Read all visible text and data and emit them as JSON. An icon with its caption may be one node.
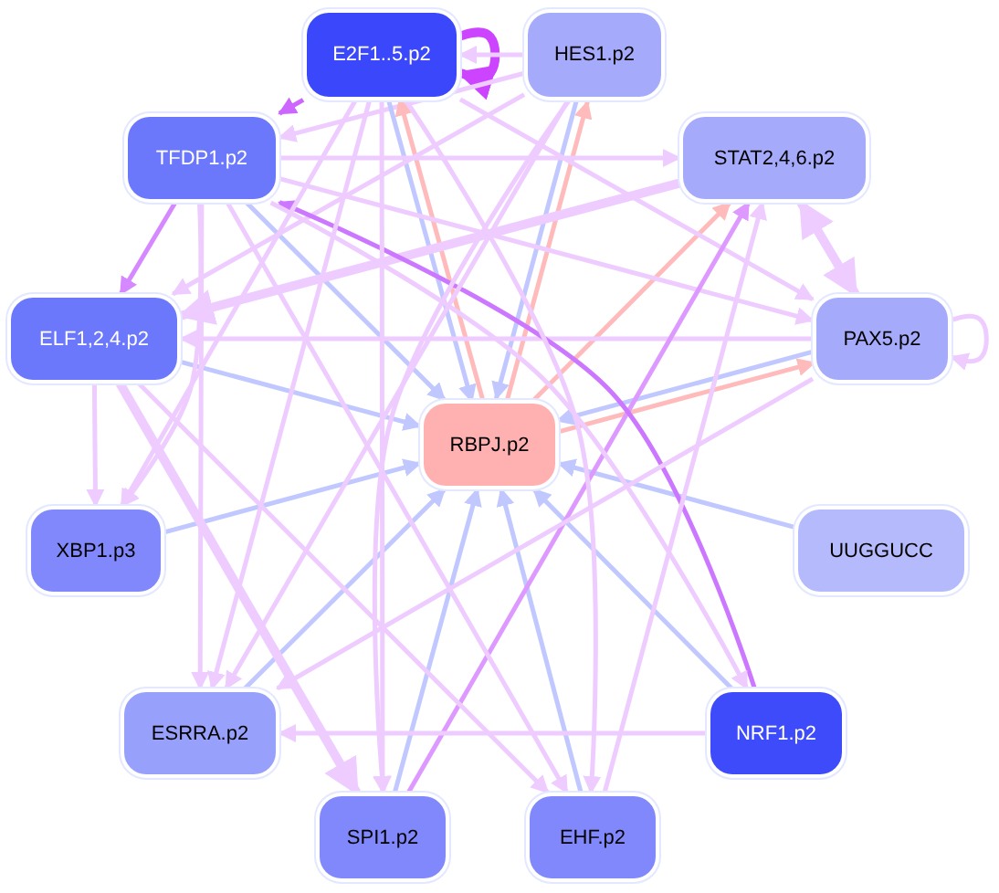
{
  "diagram": {
    "nodes": [
      {
        "text": [
          "E2F1..5.p2"
        ]
      },
      {
        "text": [
          "HES1.p2"
        ]
      },
      {
        "text": [
          "TFDP1.p2"
        ]
      },
      {
        "text": [
          "STAT2,4,6.p2"
        ]
      },
      {
        "text": [
          "ELF1,2,4.p2"
        ]
      },
      {
        "text": [
          "PAX5.p2"
        ]
      },
      {
        "text": [
          "RBPJ.p2"
        ]
      },
      {
        "text": [
          "XBP1.p3"
        ]
      },
      {
        "text": [
          "UUGGUCC"
        ]
      },
      {
        "text": [
          "ESRRA.p2"
        ]
      },
      {
        "text": [
          "NRF1.p2"
        ]
      },
      {
        "text": [
          "SPI1.p2"
        ]
      },
      {
        "text": [
          "EHF.p2"
        ]
      }
    ],
    "edges": [
      {
        "from": 0,
        "to": 0,
        "arrow": "to",
        "style": "thick",
        "color": "#cc44ff"
      },
      {
        "from": 5,
        "to": 5,
        "arrow": "to"
      },
      {
        "from": 0,
        "to": 2,
        "arrow": "to",
        "color": "#cc66ff"
      },
      {
        "from": 1,
        "to": 2,
        "arrow": "to"
      },
      {
        "from": 2,
        "to": 4,
        "arrow": "to",
        "color": "#d588ff"
      },
      {
        "from": 0,
        "to": 6,
        "arrow": "to",
        "color": "#c0c8ff"
      },
      {
        "from": 6,
        "to": 0,
        "arrow": "to",
        "color": "#ffbbbb"
      },
      {
        "from": 1,
        "to": 6,
        "arrow": "to",
        "color": "#c0c8ff"
      },
      {
        "from": 6,
        "to": 1,
        "arrow": "to",
        "color": "#ffbbbb"
      },
      {
        "from": 6,
        "to": 3,
        "arrow": "to",
        "color": "#ffbbbb"
      },
      {
        "from": 6,
        "to": 5,
        "arrow": "to",
        "color": "#ffbbbb"
      },
      {
        "from": 5,
        "to": 6,
        "arrow": "to",
        "color": "#c0c8ff"
      },
      {
        "from": 2,
        "to": 6,
        "arrow": "to",
        "color": "#c0c8ff"
      },
      {
        "from": 4,
        "to": 6,
        "arrow": "to",
        "color": "#c0c8ff"
      },
      {
        "from": 7,
        "to": 6,
        "arrow": "to",
        "color": "#c0c8ff"
      },
      {
        "from": 9,
        "to": 6,
        "arrow": "to",
        "color": "#c0c8ff"
      },
      {
        "from": 11,
        "to": 6,
        "arrow": "to",
        "color": "#c0c8ff"
      },
      {
        "from": 12,
        "to": 6,
        "arrow": "to",
        "color": "#c0c8ff"
      },
      {
        "from": 10,
        "to": 6,
        "arrow": "to",
        "color": "#c0c8ff"
      },
      {
        "from": 8,
        "to": 6,
        "arrow": "to",
        "color": "#c0c8ff"
      },
      {
        "from": 3,
        "to": 5,
        "arrow": "both",
        "style": "thick"
      },
      {
        "from": 2,
        "to": 3,
        "arrow": "to"
      },
      {
        "from": 3,
        "to": 4,
        "arrow": "to",
        "style": "thick"
      },
      {
        "from": 5,
        "to": 4,
        "arrow": "to"
      },
      {
        "from": 1,
        "to": 4,
        "arrow": "to"
      },
      {
        "from": 2,
        "to": 5,
        "arrow": "to"
      },
      {
        "from": 0,
        "to": 5,
        "arrow": "to"
      },
      {
        "from": 11,
        "to": 3,
        "arrow": "to",
        "color": "#dd99ff"
      },
      {
        "from": 10,
        "to": 2,
        "arrow": "to",
        "color": "#cc77ff"
      },
      {
        "from": 12,
        "to": 3,
        "arrow": "to"
      },
      {
        "from": 10,
        "to": 9,
        "arrow": "to"
      },
      {
        "from": 4,
        "to": 7,
        "arrow": "to"
      },
      {
        "from": 2,
        "to": 7,
        "arrow": "to"
      },
      {
        "from": 0,
        "to": 7,
        "arrow": "to"
      },
      {
        "from": 2,
        "to": 9,
        "arrow": "to"
      },
      {
        "from": 0,
        "to": 9,
        "arrow": "to"
      },
      {
        "from": 1,
        "to": 9,
        "arrow": "to"
      },
      {
        "from": 5,
        "to": 9,
        "arrow": "to"
      },
      {
        "from": 4,
        "to": 11,
        "arrow": "to",
        "style": "thick"
      },
      {
        "from": 0,
        "to": 11,
        "arrow": "to"
      },
      {
        "from": 1,
        "to": 11,
        "arrow": "to"
      },
      {
        "from": 4,
        "to": 12,
        "arrow": "to"
      },
      {
        "from": 2,
        "to": 12,
        "arrow": "to"
      },
      {
        "from": 0,
        "to": 12,
        "arrow": "to"
      },
      {
        "from": 2,
        "to": 10,
        "arrow": "to"
      },
      {
        "from": 1,
        "to": 0,
        "arrow": "to"
      }
    ]
  }
}
